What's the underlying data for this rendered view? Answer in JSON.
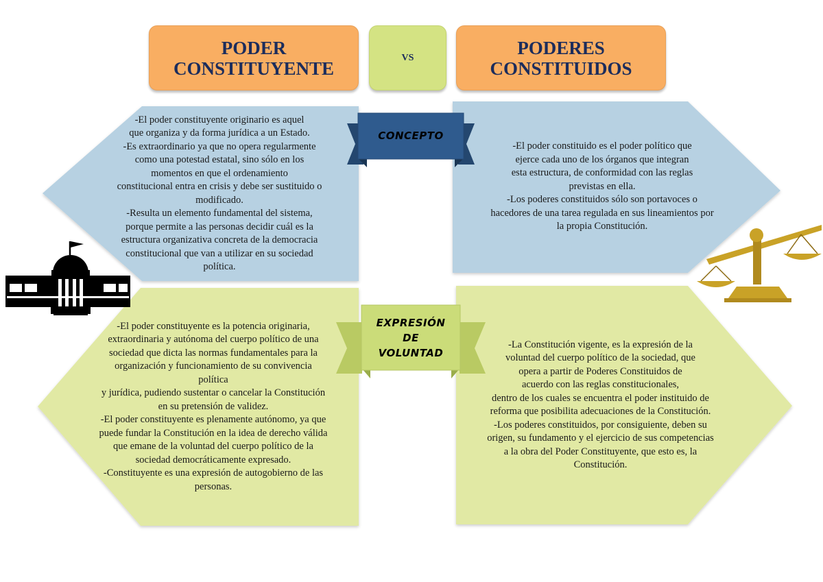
{
  "header": {
    "left_title": "PODER\nCONSTITUYENTE",
    "vs_label": "VS",
    "right_title": "PODERES\nCONSTITUIDOS"
  },
  "sections": [
    {
      "ribbon": "CONCEPTO",
      "left_text": "-El poder constituyente originario es aquel\nque organiza y da forma jurídica a un Estado.\n-Es extraordinario ya que no opera regularmente\ncomo una potestad estatal, sino sólo en los\nmomentos en que el ordenamiento\nconstitucional entra en crisis y debe ser sustituido o\nmodificado.\n-Resulta un elemento fundamental del sistema,\nporque permite a las personas decidir cuál es la\nestructura organizativa concreta de la democracia\nconstitucional que van a utilizar en su sociedad\npolítica.",
      "right_text": "-El poder constituido es el poder político que\nejerce cada uno de los órganos que integran\nesta estructura, de conformidad con las reglas\nprevistas en ella.\n-Los poderes constituidos sólo son portavoces o\nhacedores de una tarea regulada en sus lineamientos por\nla propia Constitución."
    },
    {
      "ribbon": "EXPRESIÓN\nDE\nVOLUNTAD",
      "left_text": "-El poder constituyente es la potencia originaria,\nextraordinaria y autónoma del cuerpo político de una\nsociedad que dicta las normas fundamentales para la\norganización y funcionamiento de su convivencia\npolítica\ny jurídica, pudiendo sustentar o cancelar la Constitución\nen su pretensión de validez.\n-El poder constituyente es plenamente autónomo, ya que\npuede fundar la Constitución en la idea de derecho válida\nque emane de la voluntad del cuerpo político de la\nsociedad democráticamente expresado.\n-Constituyente es una expresión de autogobierno de las\npersonas.",
      "right_text": "-La Constitución vigente, es la expresión de la\nvoluntad del cuerpo político de la sociedad, que\nopera a partir de Poderes Constituidos de\nacuerdo con las reglas constitucionales,\ndentro de los cuales se encuentra el poder instituido de\nreforma que posibilita adecuaciones de la Constitución.\n-Los poderes constituidos, por consiguiente, deben su\norigen, su fundamento y el ejercicio de sus competencias\na la obra del Poder Constituyente, que esto es, la\nConstitución."
    }
  ],
  "icons": {
    "left": "government-building-icon",
    "right": "scales-of-justice-icon"
  },
  "colors": {
    "header_orange": "#f9ae62",
    "vs_green": "#d4e383",
    "concept_panel_blue": "#b7d1e2",
    "concept_ribbon_blue": "#2f5b8e",
    "expression_panel_green": "#e1e9a4",
    "expression_ribbon_green": "#cbdc79",
    "title_navy": "#1c2d5c",
    "scales_gold": "#c9a227"
  }
}
